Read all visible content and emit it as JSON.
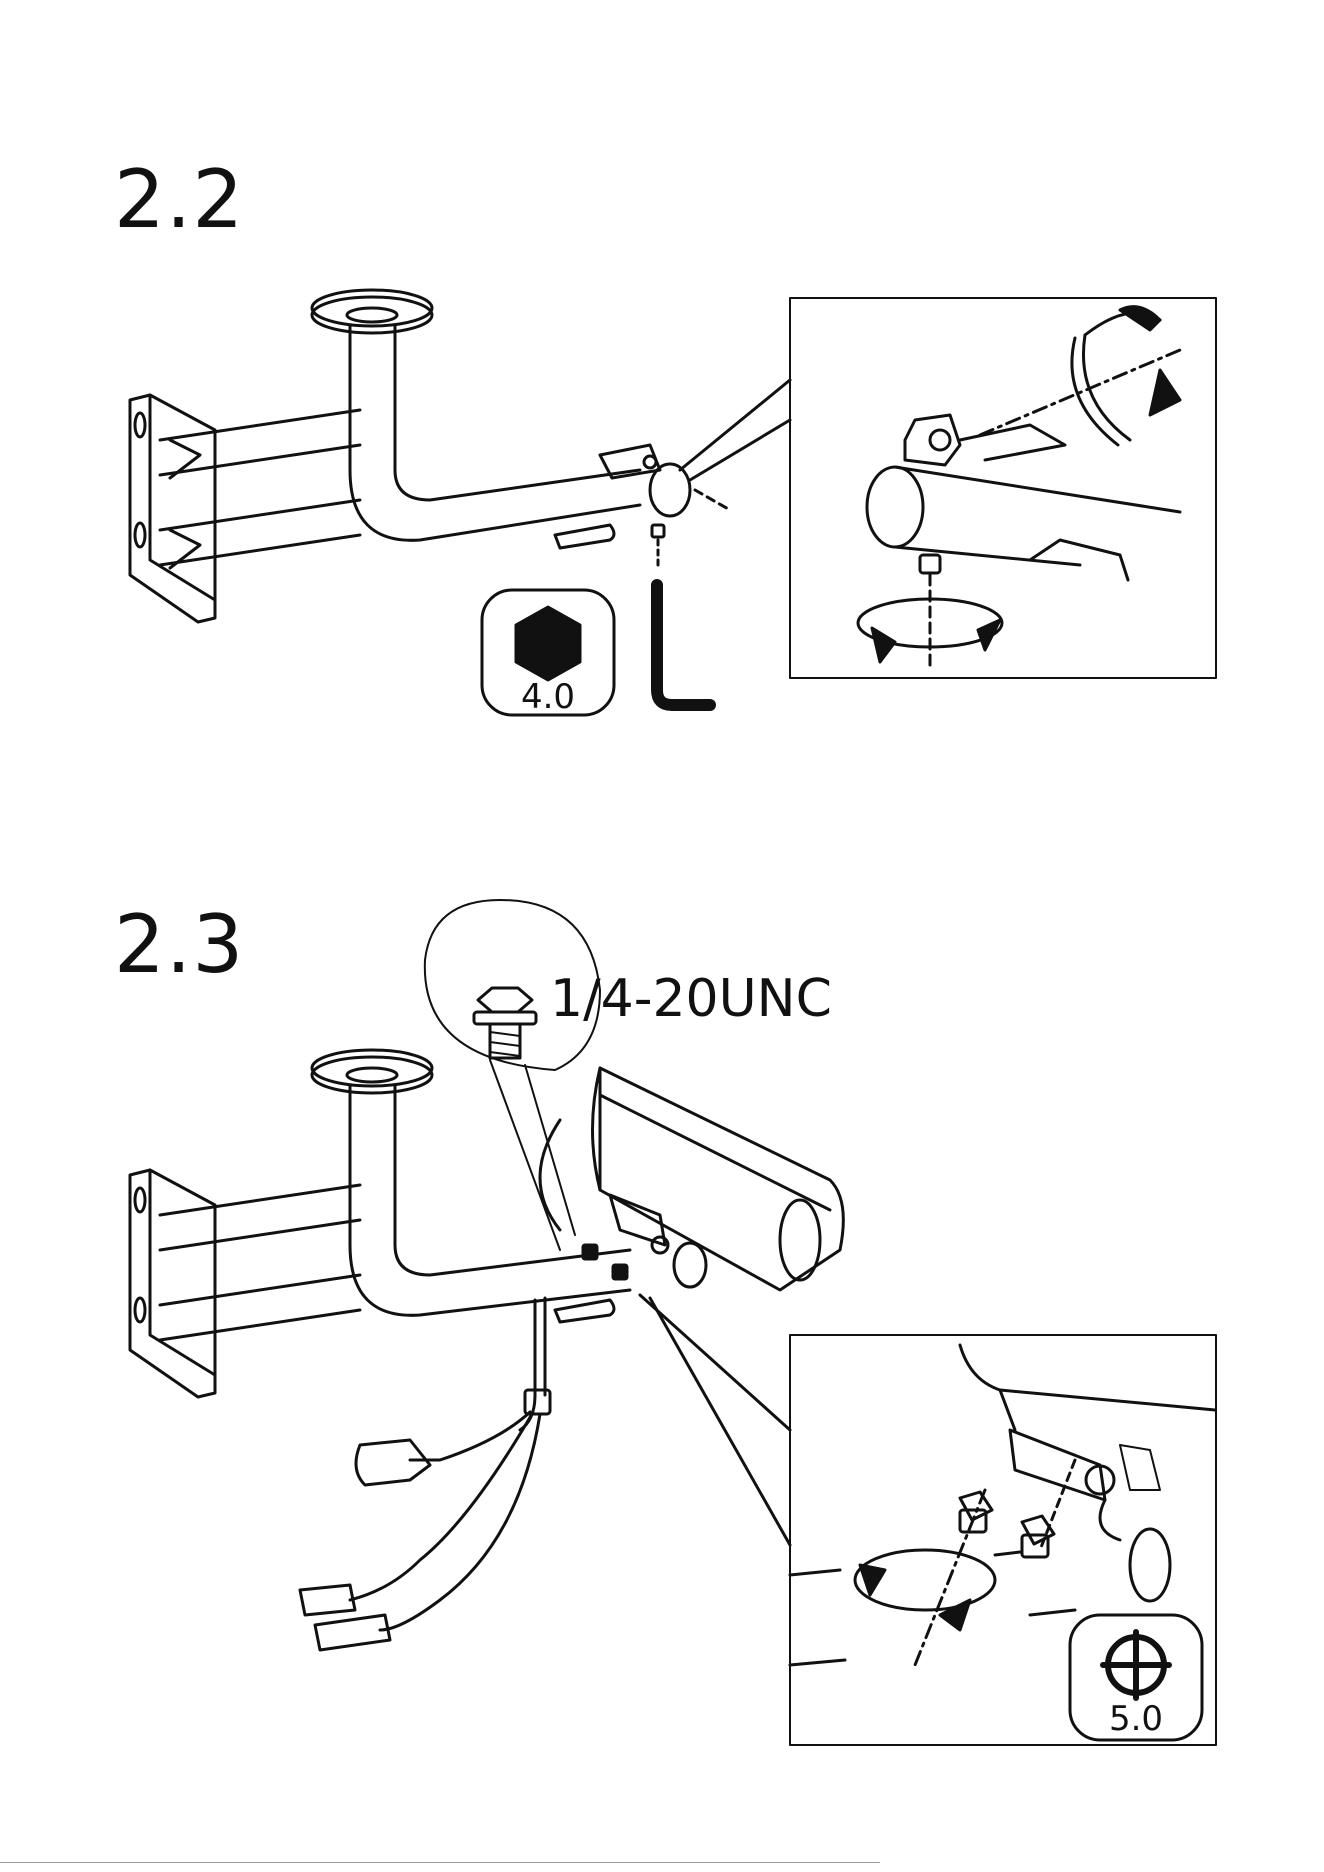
{
  "steps": [
    {
      "number": "2.2",
      "tool": {
        "icon": "hex-key-icon",
        "size": "4.0"
      }
    },
    {
      "number": "2.3",
      "screw": {
        "icon": "bolt-icon",
        "spec": "1/4-20UNC"
      },
      "tool": {
        "icon": "phillips-screwdriver-icon",
        "size": "5.0"
      }
    }
  ],
  "colors": {
    "ink": "#111111",
    "paper": "#ffffff"
  }
}
